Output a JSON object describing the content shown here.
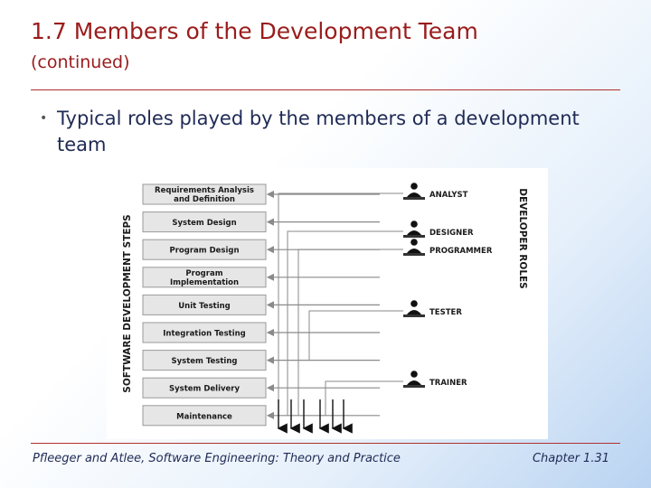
{
  "slide": {
    "title_line1": "1.7 Members of the Development Team",
    "title_line2": "(continued)",
    "bullet_marker": "•",
    "bullet_text": "Typical roles played by the members of a development team"
  },
  "diagram": {
    "left_axis_label": "SOFTWARE DEVELOPMENT STEPS",
    "right_axis_label": "DEVELOPER ROLES",
    "steps": [
      "Requirements Analysis|and Definition",
      "System Design",
      "Program Design",
      "Program|Implementation",
      "Unit Testing",
      "Integration Testing",
      "System Testing",
      "System Delivery",
      "Maintenance"
    ],
    "roles": [
      "ANALYST",
      "DESIGNER",
      "PROGRAMMER",
      "TESTER",
      "TRAINER"
    ],
    "role_to_steps": {
      "ANALYST": [
        0,
        1,
        6,
        7,
        8
      ],
      "DESIGNER": [
        1,
        2,
        8
      ],
      "PROGRAMMER": [
        2,
        3,
        4,
        5,
        8
      ],
      "TESTER": [
        4,
        5,
        6
      ],
      "TRAINER": [
        7,
        8
      ]
    }
  },
  "footer": {
    "source": "Pfleeger and Atlee, Software Engineering: Theory and Practice",
    "chapter": "Chapter 1.31"
  },
  "colors": {
    "title": "#9a1c1c",
    "text": "#1f2a55",
    "box_fill": "#e6e6e6",
    "box_border": "#9a9a9a",
    "arrow": "#8a8a8a",
    "down_arrow": "#111111"
  }
}
